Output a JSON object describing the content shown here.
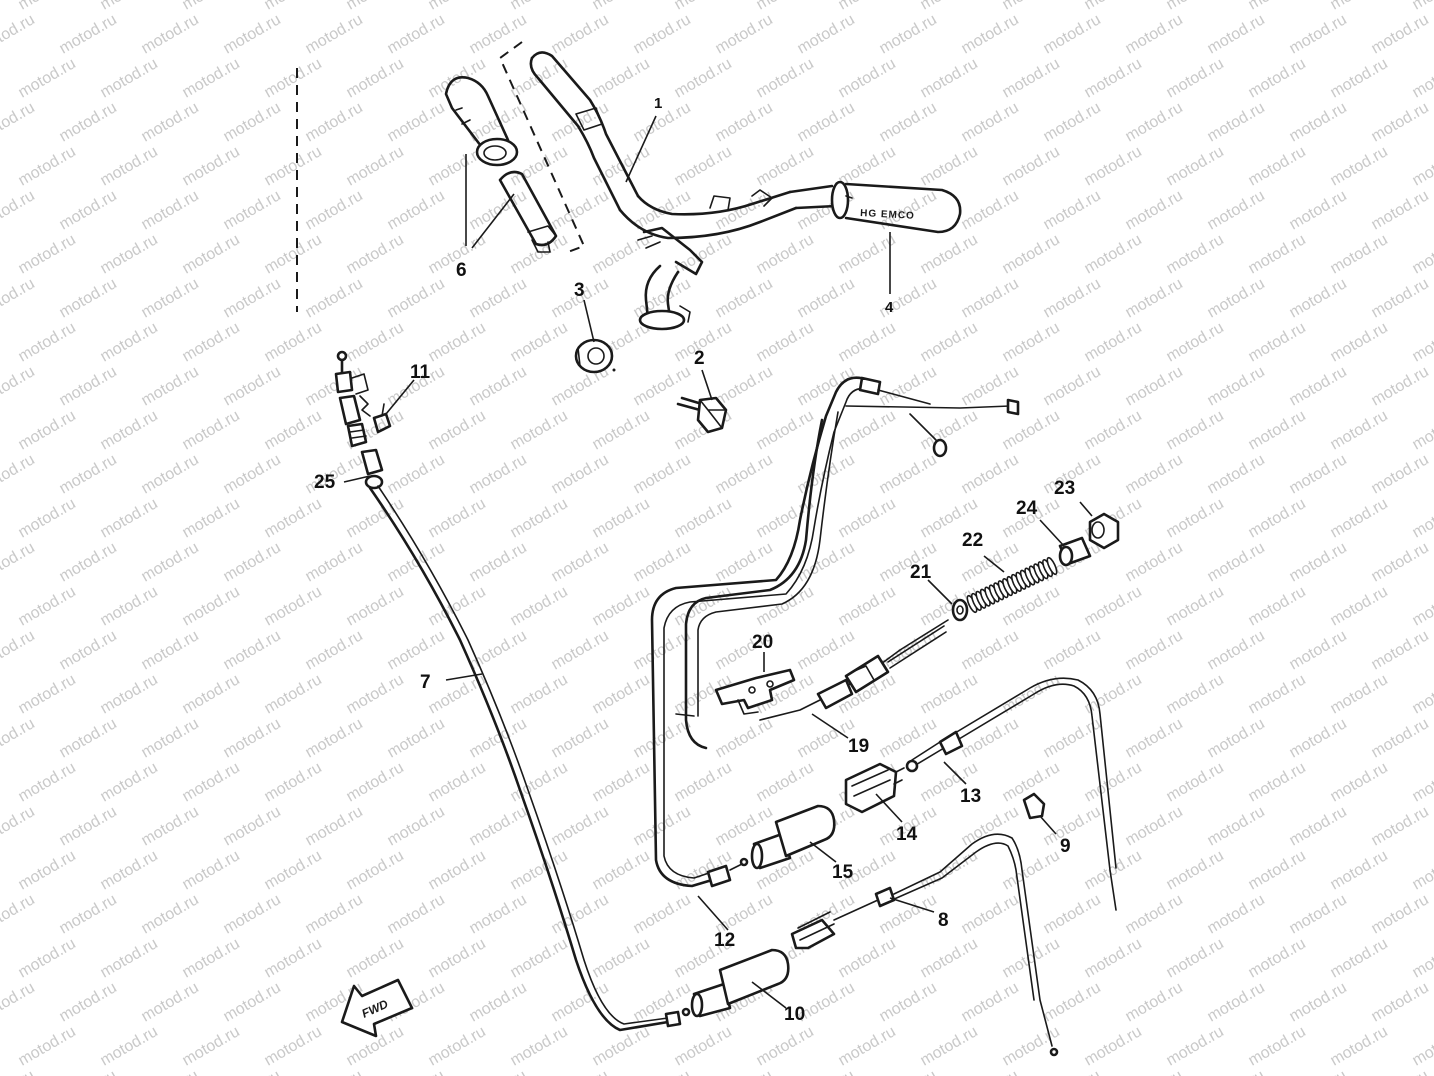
{
  "watermark": "motod.ru",
  "callouts": [
    {
      "id": "label-1",
      "text": "1"
    },
    {
      "id": "label-2",
      "text": "2"
    },
    {
      "id": "label-3",
      "text": "3"
    },
    {
      "id": "label-4",
      "text": "4"
    },
    {
      "id": "label-6",
      "text": "6"
    },
    {
      "id": "label-7",
      "text": "7"
    },
    {
      "id": "label-8",
      "text": "8"
    },
    {
      "id": "label-9",
      "text": "9"
    },
    {
      "id": "label-10",
      "text": "10"
    },
    {
      "id": "label-11",
      "text": "11"
    },
    {
      "id": "label-12",
      "text": "12"
    },
    {
      "id": "label-13",
      "text": "13"
    },
    {
      "id": "label-14",
      "text": "14"
    },
    {
      "id": "label-15",
      "text": "15"
    },
    {
      "id": "label-19",
      "text": "19"
    },
    {
      "id": "label-20",
      "text": "20"
    },
    {
      "id": "label-21",
      "text": "21"
    },
    {
      "id": "label-22",
      "text": "22"
    },
    {
      "id": "label-23",
      "text": "23"
    },
    {
      "id": "label-24",
      "text": "24"
    },
    {
      "id": "label-25",
      "text": "25"
    }
  ],
  "grip_marking": "HG EMCO",
  "direction_arrow": "FWD",
  "colors": {
    "line": "#1a1a1a",
    "background": "#ffffff",
    "watermark": "#c9c9c9"
  }
}
